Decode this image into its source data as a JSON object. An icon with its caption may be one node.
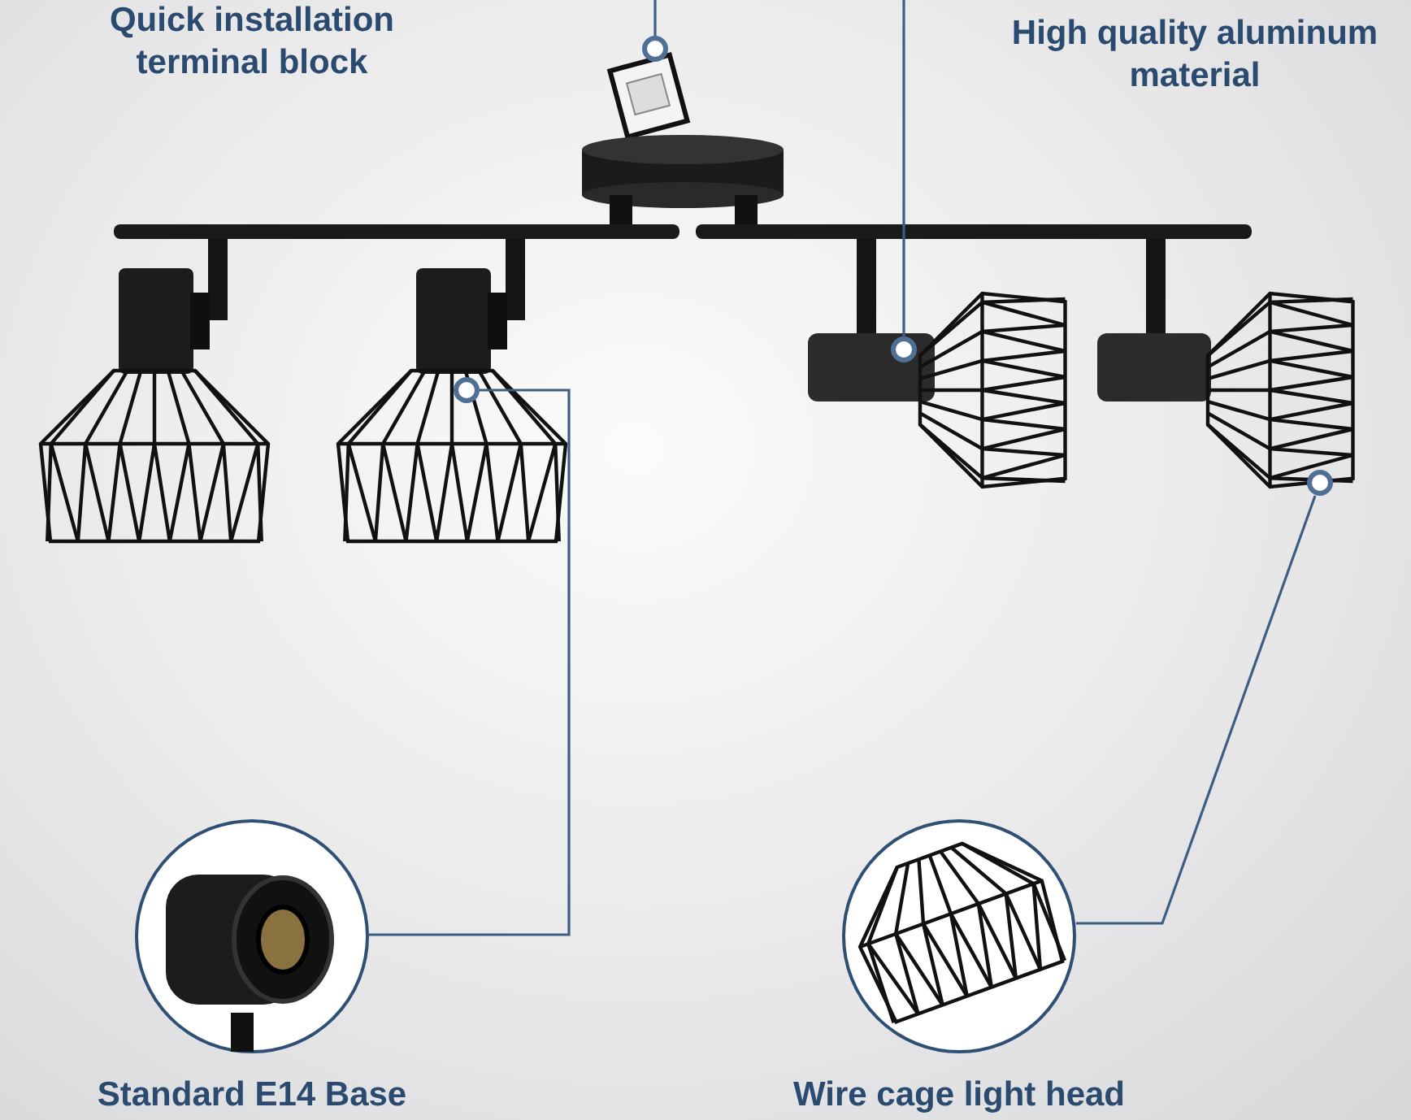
{
  "diagram": {
    "nodes": [
      {
        "text": [],
        "shape": "circle"
      },
      {
        "text": [],
        "shape": "circle"
      },
      {
        "text": [],
        "shape": "circle"
      },
      {
        "text": [],
        "shape": "circle"
      },
      {
        "text": [
          "Standard E14 Base"
        ]
      },
      {
        "text": [
          "Wire cage light head"
        ]
      }
    ],
    "edges": [
      {
        "from": null,
        "to": 0,
        "arrow": "none"
      },
      {
        "from": null,
        "to": 1,
        "arrow": "none"
      },
      {
        "from": 4,
        "to": 2,
        "arrow": "none"
      },
      {
        "from": 5,
        "to": 3,
        "arrow": "none"
      }
    ],
    "labels": [
      "Quick installation terminal block",
      "High quality aluminum material"
    ]
  }
}
